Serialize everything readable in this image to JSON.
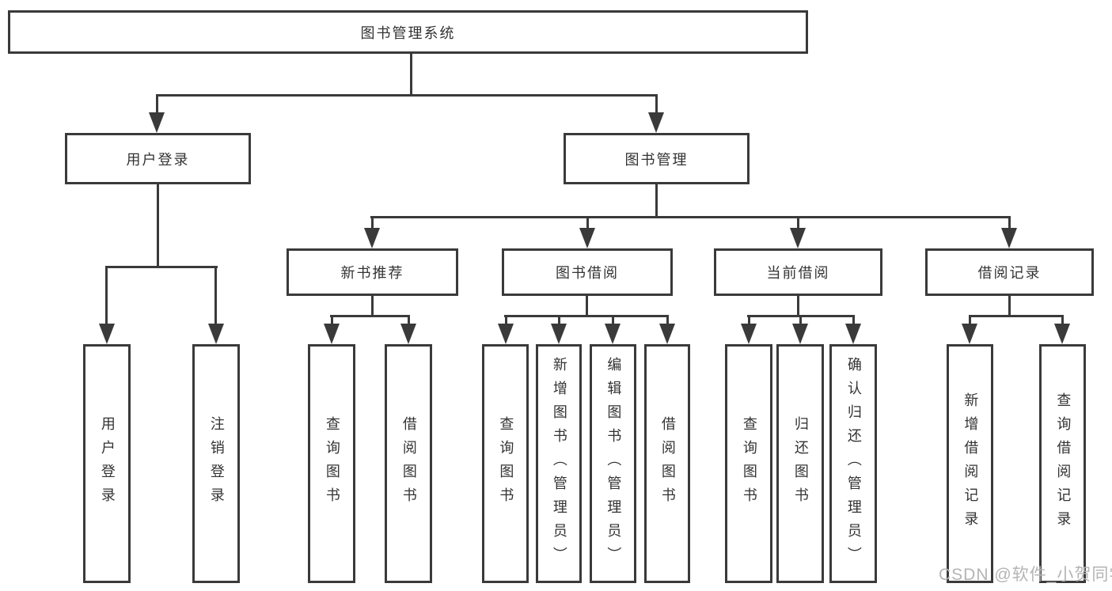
{
  "diagram": {
    "title": "图书管理系统",
    "line_color": "#3a3a3a",
    "text_color": "#333333",
    "background_color": "#ffffff"
  },
  "tree": {
    "root": {
      "label": "图书管理系统"
    },
    "branches": [
      {
        "label": "用户登录",
        "children": [
          {
            "label": "用户登录"
          },
          {
            "label": "注销登录"
          }
        ]
      },
      {
        "label": "图书管理",
        "children": [
          {
            "label": "新书推荐",
            "children": [
              {
                "label": "查询图书"
              },
              {
                "label": "借阅图书"
              }
            ]
          },
          {
            "label": "图书借阅",
            "children": [
              {
                "label": "查询图书"
              },
              {
                "label": "新增图书（管理员）"
              },
              {
                "label": "编辑图书（管理员）"
              },
              {
                "label": "借阅图书"
              }
            ]
          },
          {
            "label": "当前借阅",
            "children": [
              {
                "label": "查询图书"
              },
              {
                "label": "归还图书"
              },
              {
                "label": "确认归还（管理员）"
              }
            ]
          },
          {
            "label": "借阅记录",
            "children": [
              {
                "label": "新增借阅记录"
              },
              {
                "label": "查询借阅记录"
              }
            ]
          }
        ]
      }
    ]
  },
  "watermark": {
    "text": "CSDN @软件_小贺同学",
    "color": "#b4b4b4"
  }
}
